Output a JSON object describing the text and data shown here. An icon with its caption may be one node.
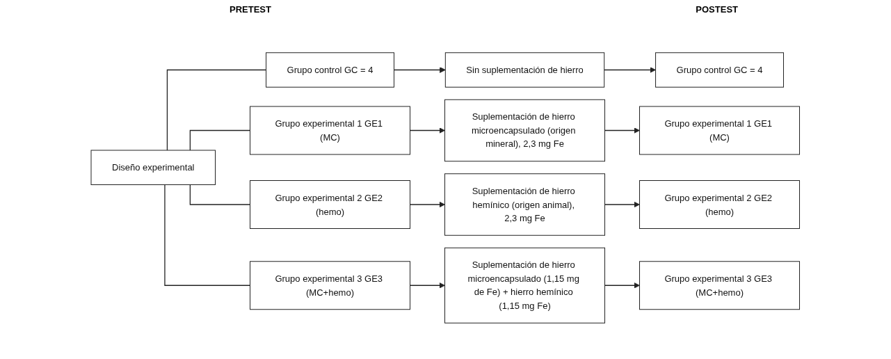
{
  "diagram": {
    "nodes": [
      {
        "text": [
          "Diseño experimental"
        ]
      },
      {
        "text": [
          "Grupo control GC = 4"
        ]
      },
      {
        "text": [
          "Sin suplementación de hierro"
        ]
      },
      {
        "text": [
          "Grupo control GC = 4"
        ]
      },
      {
        "text": [
          "Grupo experimental 1 GE1 (MC)"
        ]
      },
      {
        "text": [
          "Suplementación de hierro microencapsulado (origen mineral), 2,3 mg Fe"
        ]
      },
      {
        "text": [
          "Grupo experimental 1 GE1 (MC)"
        ]
      },
      {
        "text": [
          "Grupo experimental 2 GE2 (hemo)"
        ]
      },
      {
        "text": [
          "Suplementación de hierro hemínico (origen animal), 2,3 mg Fe"
        ]
      },
      {
        "text": [
          "Grupo experimental 2 GE2 (hemo)"
        ]
      },
      {
        "text": [
          "Grupo experimental 3 GE3 (MC+hemo)"
        ]
      },
      {
        "text": [
          "Suplementación de hierro microencapsulado (1,15 mg de Fe) + hierro hemínico (1,15 mg Fe)"
        ]
      },
      {
        "text": [
          "Grupo experimental 3 GE3 (MC+hemo)"
        ]
      }
    ],
    "edges": [
      {
        "from": 0,
        "to": 1,
        "arrow": "none"
      },
      {
        "from": 0,
        "to": 4,
        "arrow": "none"
      },
      {
        "from": 0,
        "to": 7,
        "arrow": "none"
      },
      {
        "from": 0,
        "to": 10,
        "arrow": "none"
      },
      {
        "from": 1,
        "to": 2,
        "arrow": "to"
      },
      {
        "from": 2,
        "to": 3,
        "arrow": "to"
      },
      {
        "from": 4,
        "to": 5,
        "arrow": "to"
      },
      {
        "from": 5,
        "to": 6,
        "arrow": "to"
      },
      {
        "from": 7,
        "to": 8,
        "arrow": "to"
      },
      {
        "from": 8,
        "to": 9,
        "arrow": "to"
      },
      {
        "from": 10,
        "to": 11,
        "arrow": "to"
      },
      {
        "from": 11,
        "to": 12,
        "arrow": "to"
      }
    ],
    "labels": [
      "PRETEST",
      "POSTEST"
    ]
  }
}
